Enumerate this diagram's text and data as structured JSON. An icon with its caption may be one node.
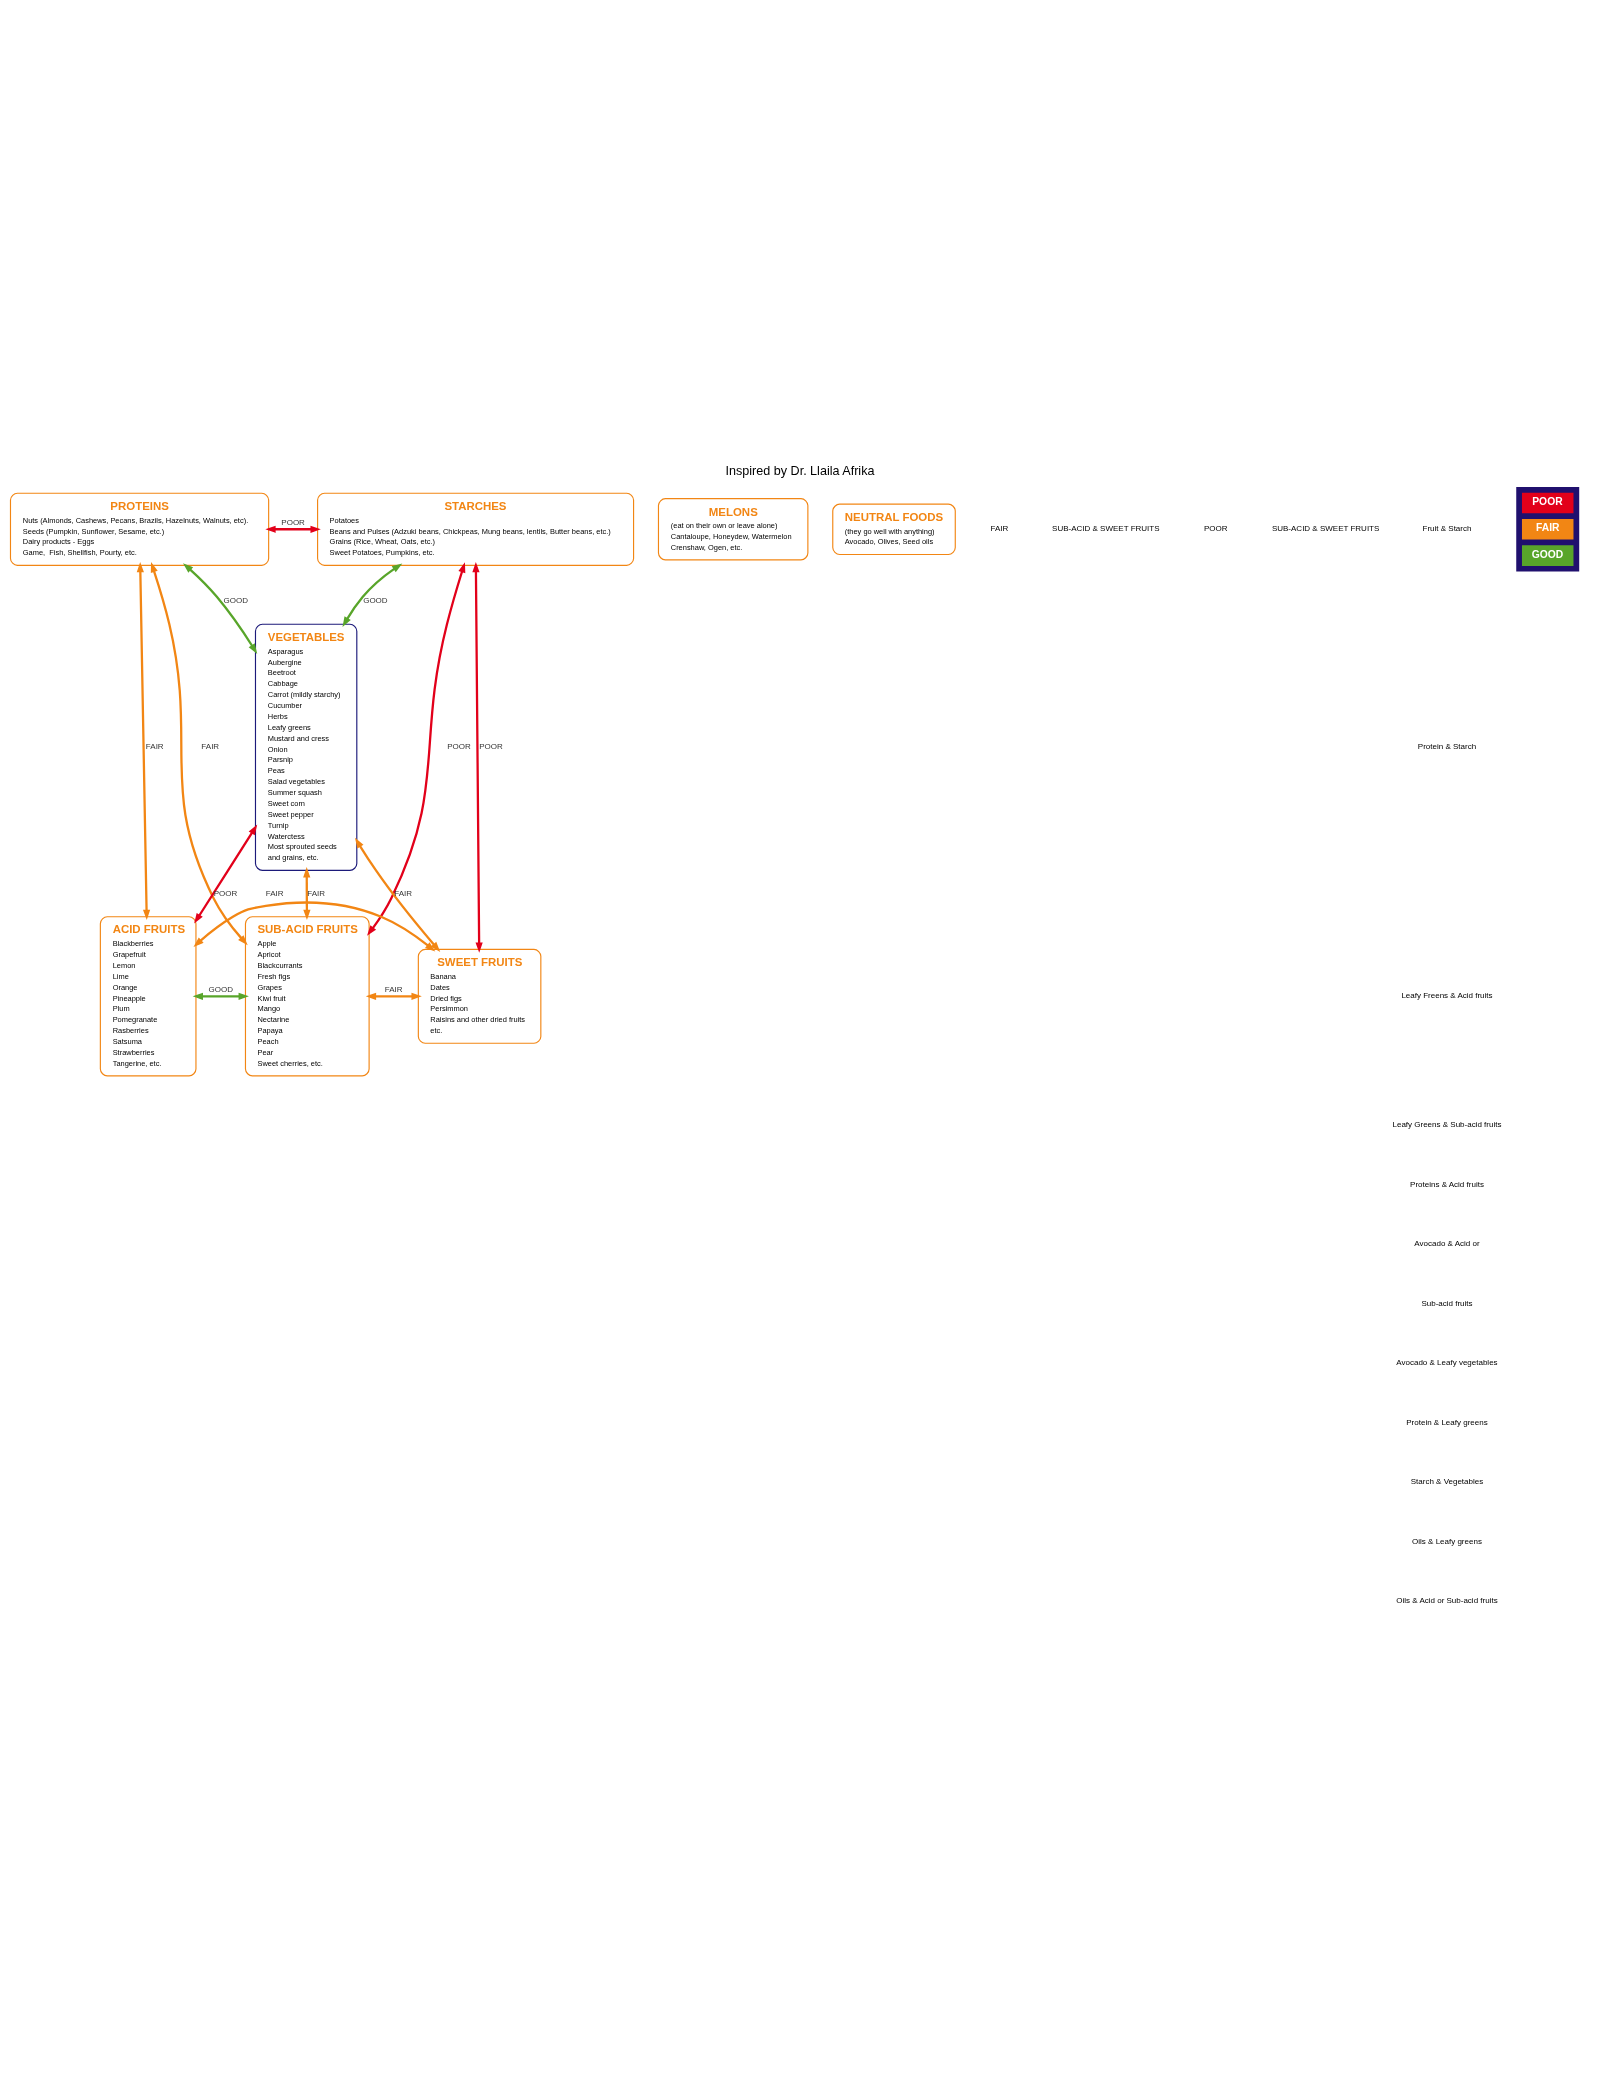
{
  "diagram": {
    "title": "Inspired by Dr. Llaila Afrika",
    "nodes": [
      {
        "text": [
          "PROTEINS",
          "Nuts (Almonds, Cashews, Pecans, Brazils, Hazelnuts, Walnuts, etc).",
          "Seeds (Pumpkin, Sunflower, Sesame, etc.)",
          "Dairy products - Eggs",
          "Game,  Fish, Shellfish, Pourty, etc."
        ]
      },
      {
        "text": [
          "STARCHES",
          "Potatoes",
          "Beans and Pulses (Adzuki beans, Chickpeas, Mung beans, lentils, Butter beans, etc.)",
          "Grains (Rice, Wheat, Oats, etc.)",
          "Sweet Potatoes, Pumpkins, etc."
        ]
      },
      {
        "text": [
          "VEGETABLES",
          "Asparagus",
          "Aubergine",
          "Beetroot",
          "Cabbage",
          "Carrot (mildly starchy)",
          "Cucumber",
          "Herbs",
          "Leafy greens",
          "Mustard and cress",
          "Onion",
          "Parsnip",
          "Peas",
          "Salad vegetables",
          "Summer squash",
          "Sweet corn",
          "Sweet pepper",
          "Turnip",
          "Waterctess",
          "Most sprouted seeds",
          "and grains, etc."
        ]
      },
      {
        "text": [
          "ACID FRUITS",
          "Blackberries",
          "Grapefruit",
          "Lemon",
          "Lime",
          "Orange",
          "Pineapple",
          "Plum",
          "Pomegranate",
          "Rasberries",
          "Satsuma",
          "Strawberries",
          "Tangerine, etc."
        ]
      },
      {
        "text": [
          "SUB-ACID FRUITS",
          "Apple",
          "Apricot",
          "Blackcurrants",
          "Fresh figs",
          "Grapes",
          "Kiwi fruit",
          "Mango",
          "Nectarine",
          "Papaya",
          "Peach",
          "Pear",
          "Sweet cherries, etc."
        ]
      },
      {
        "text": [
          "SWEET FRUITS",
          "Banana",
          "Dates",
          "Dried figs",
          "Persimmon",
          "Raisins and other dried fruits",
          "etc."
        ]
      },
      {
        "text": [
          "MELONS",
          "(eat on their own or leave alone)",
          "Cantaloupe, Honeydew, Watermelon",
          "Crenshaw, Ogen, etc."
        ]
      },
      {
        "text": [
          "NEUTRAL FOODS",
          "(they go well with anything)",
          "Avocado, Olives, Seed oils"
        ]
      }
    ],
    "edges": [
      {
        "from": 0,
        "to": 1,
        "arrow": "both",
        "label": "POOR",
        "color": "#e2001a"
      },
      {
        "from": 0,
        "to": 2,
        "arrow": "both",
        "label": "GOOD",
        "color": "#58a52a"
      },
      {
        "from": 1,
        "to": 2,
        "arrow": "both",
        "label": "GOOD",
        "color": "#58a52a"
      },
      {
        "from": 0,
        "to": 3,
        "arrow": "both",
        "label": "FAIR"
      },
      {
        "from": 0,
        "to": 4,
        "arrow": "both",
        "label": "FAIR"
      },
      {
        "from": 1,
        "to": 5,
        "arrow": "both",
        "label": "POOR",
        "color": "#e2001a"
      },
      {
        "from": 1,
        "to": 4,
        "arrow": "both",
        "label": "POOR",
        "color": "#e2001a"
      },
      {
        "from": 2,
        "to": 3,
        "arrow": "both",
        "label": "POOR",
        "color": "#e2001a"
      },
      {
        "from": 2,
        "to": 4,
        "arrow": "both",
        "label": "FAIR"
      },
      {
        "from": 2,
        "to": 5,
        "arrow": "both",
        "label": "FAIR"
      },
      {
        "from": 3,
        "to": 4,
        "arrow": "both",
        "label": "GOOD",
        "color": "#58a52a"
      },
      {
        "from": 4,
        "to": 5,
        "arrow": "both",
        "label": "FAIR"
      },
      {
        "from": 3,
        "to": 5,
        "arrow": "both",
        "label": "FAIR"
      }
    ],
    "labels": [
      "FAIR",
      "SUB-ACID & SWEET FRUITS",
      "POOR",
      "SUB-ACID & SWEET FRUITS",
      "Fruit & Starch",
      "Protein & Starch",
      "Leafy Freens & Acid fruits",
      "Leafy Greens & Sub-acid fruits",
      "Proteins & Acid fruits",
      "Avocado & Acid or",
      "Sub-acid fruits",
      "Avocado & Leafy vegetables",
      "Protein & Leafy greens",
      "Starch & Vegetables",
      "Oils & Leafy greens",
      "Oils & Acid or Sub-acid fruits"
    ],
    "legend": [
      {
        "text": "POOR",
        "color": "#e2001a"
      },
      {
        "text": "FAIR",
        "color": "#f28614"
      },
      {
        "text": "GOOD",
        "color": "#58a52a"
      }
    ]
  }
}
